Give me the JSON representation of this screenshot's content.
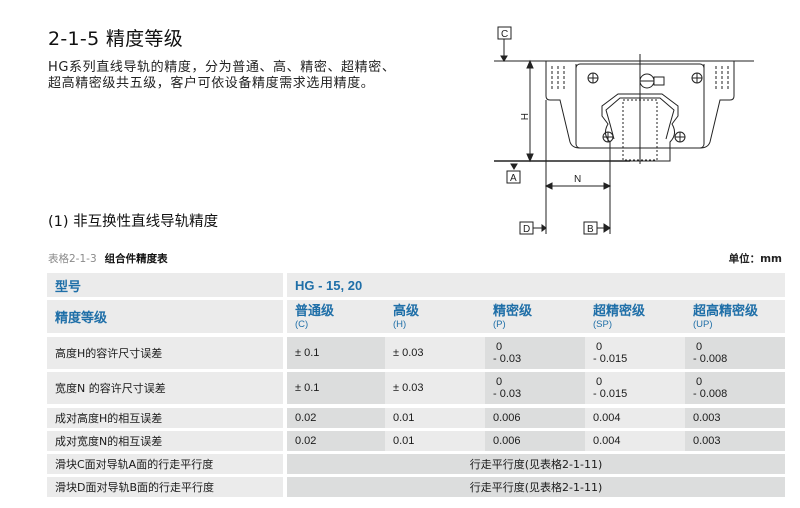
{
  "section": {
    "title": "2-1-5 精度等级",
    "intro_lines": [
      "HG系列直线导轨的精度，分为普通、高、精密、超精密、",
      "超高精密级共五级，客户可依设备精度需求选用精度。"
    ]
  },
  "diagram": {
    "labels": {
      "C": "C",
      "A": "A",
      "D": "D",
      "B": "B",
      "H": "H",
      "N": "N"
    }
  },
  "subsection": {
    "title": "(1) 非互换性直线导轨精度"
  },
  "table": {
    "caption_number": "表格2-1-3",
    "caption_name": "组合件精度表",
    "unit": "单位：mm",
    "model_label": "型号",
    "model_value": "HG - 15, 20",
    "grade_label": "精度等级",
    "grades": [
      {
        "name": "普通级",
        "code": "(C)"
      },
      {
        "name": "高级",
        "code": "(H)"
      },
      {
        "name": "精密级",
        "code": "(P)"
      },
      {
        "name": "超精密级",
        "code": "(SP)"
      },
      {
        "name": "超高精密级",
        "code": "(UP)"
      }
    ],
    "rows": [
      {
        "label": "高度H的容许尺寸误差",
        "values": [
          "± 0.1",
          "± 0.03",
          "0|- 0.03",
          "0|- 0.015",
          "0|- 0.008"
        ]
      },
      {
        "label": "宽度N 的容许尺寸误差",
        "values": [
          "± 0.1",
          "± 0.03",
          "0|- 0.03",
          "0|- 0.015",
          "0|- 0.008"
        ]
      },
      {
        "label": "成对高度H的相互误差",
        "values": [
          "0.02",
          "0.01",
          "0.006",
          "0.004",
          "0.003"
        ]
      },
      {
        "label": "成对宽度N的相互误差",
        "values": [
          "0.02",
          "0.01",
          "0.006",
          "0.004",
          "0.003"
        ]
      },
      {
        "label": "滑块C面对导轨A面的行走平行度",
        "span_value": "行走平行度(见表格2-1-11)"
      },
      {
        "label": "滑块D面对导轨B面的行走平行度",
        "span_value": "行走平行度(见表格2-1-11)"
      }
    ],
    "tolerance_split": {
      "upper": [
        "0",
        "0",
        "0"
      ],
      "lower_row1": [
        "- 0.03",
        "- 0.015",
        "- 0.008"
      ],
      "lower_row2": [
        "- 0.03",
        "- 0.015",
        "- 0.008"
      ]
    }
  },
  "colors": {
    "accent_blue": "#1f6fa8",
    "cell_light": "#ebebeb",
    "cell_dark": "#dcdddd"
  }
}
